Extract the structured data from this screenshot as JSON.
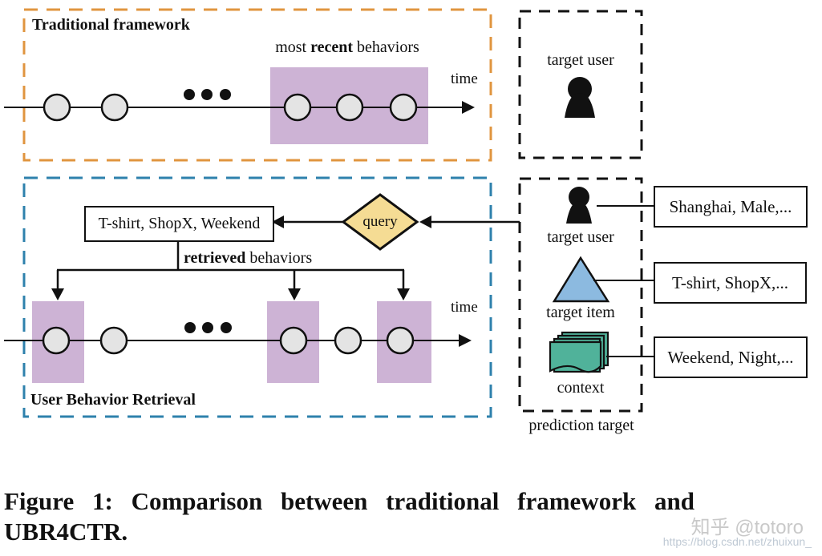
{
  "traditional": {
    "title": "Traditional framework",
    "recent_pre": "most ",
    "recent_bold": "recent",
    "recent_post": " behaviors",
    "time": "time"
  },
  "retrieval": {
    "title": "User Behavior Retrieval",
    "query_box": "T-shirt, ShopX, Weekend",
    "query": "query",
    "retrieved_bold": "retrieved",
    "retrieved_post": " behaviors",
    "time": "time"
  },
  "prediction": {
    "top_label": "target user",
    "caption": "prediction target",
    "items": [
      {
        "label": "target user",
        "attributes": "Shanghai, Male,..."
      },
      {
        "label": "target item",
        "attributes": "T-shirt, ShopX,..."
      },
      {
        "label": "context",
        "attributes": "Weekend, Night,..."
      }
    ]
  },
  "caption": {
    "line1": "Figure 1: Comparison between traditional framework and",
    "line2": "UBR4CTR."
  },
  "watermark": {
    "zhihu": "知乎 @totoro",
    "url": "https://blog.csdn.net/zhuixun_"
  },
  "colors": {
    "traditional_border": "#E0953F",
    "retrieval_border": "#2E81AC",
    "target_border": "#111111",
    "highlight_purple": "#CDB3D5",
    "query_yellow": "#F5DC94",
    "node_gray": "#E4E4E4",
    "item_triangle_blue": "#8CBAE0",
    "context_teal": "#50B29A",
    "line_black": "#111111",
    "watermark_gray": "#C9C9C9",
    "watermark_url_gray": "#BFC9D4"
  }
}
